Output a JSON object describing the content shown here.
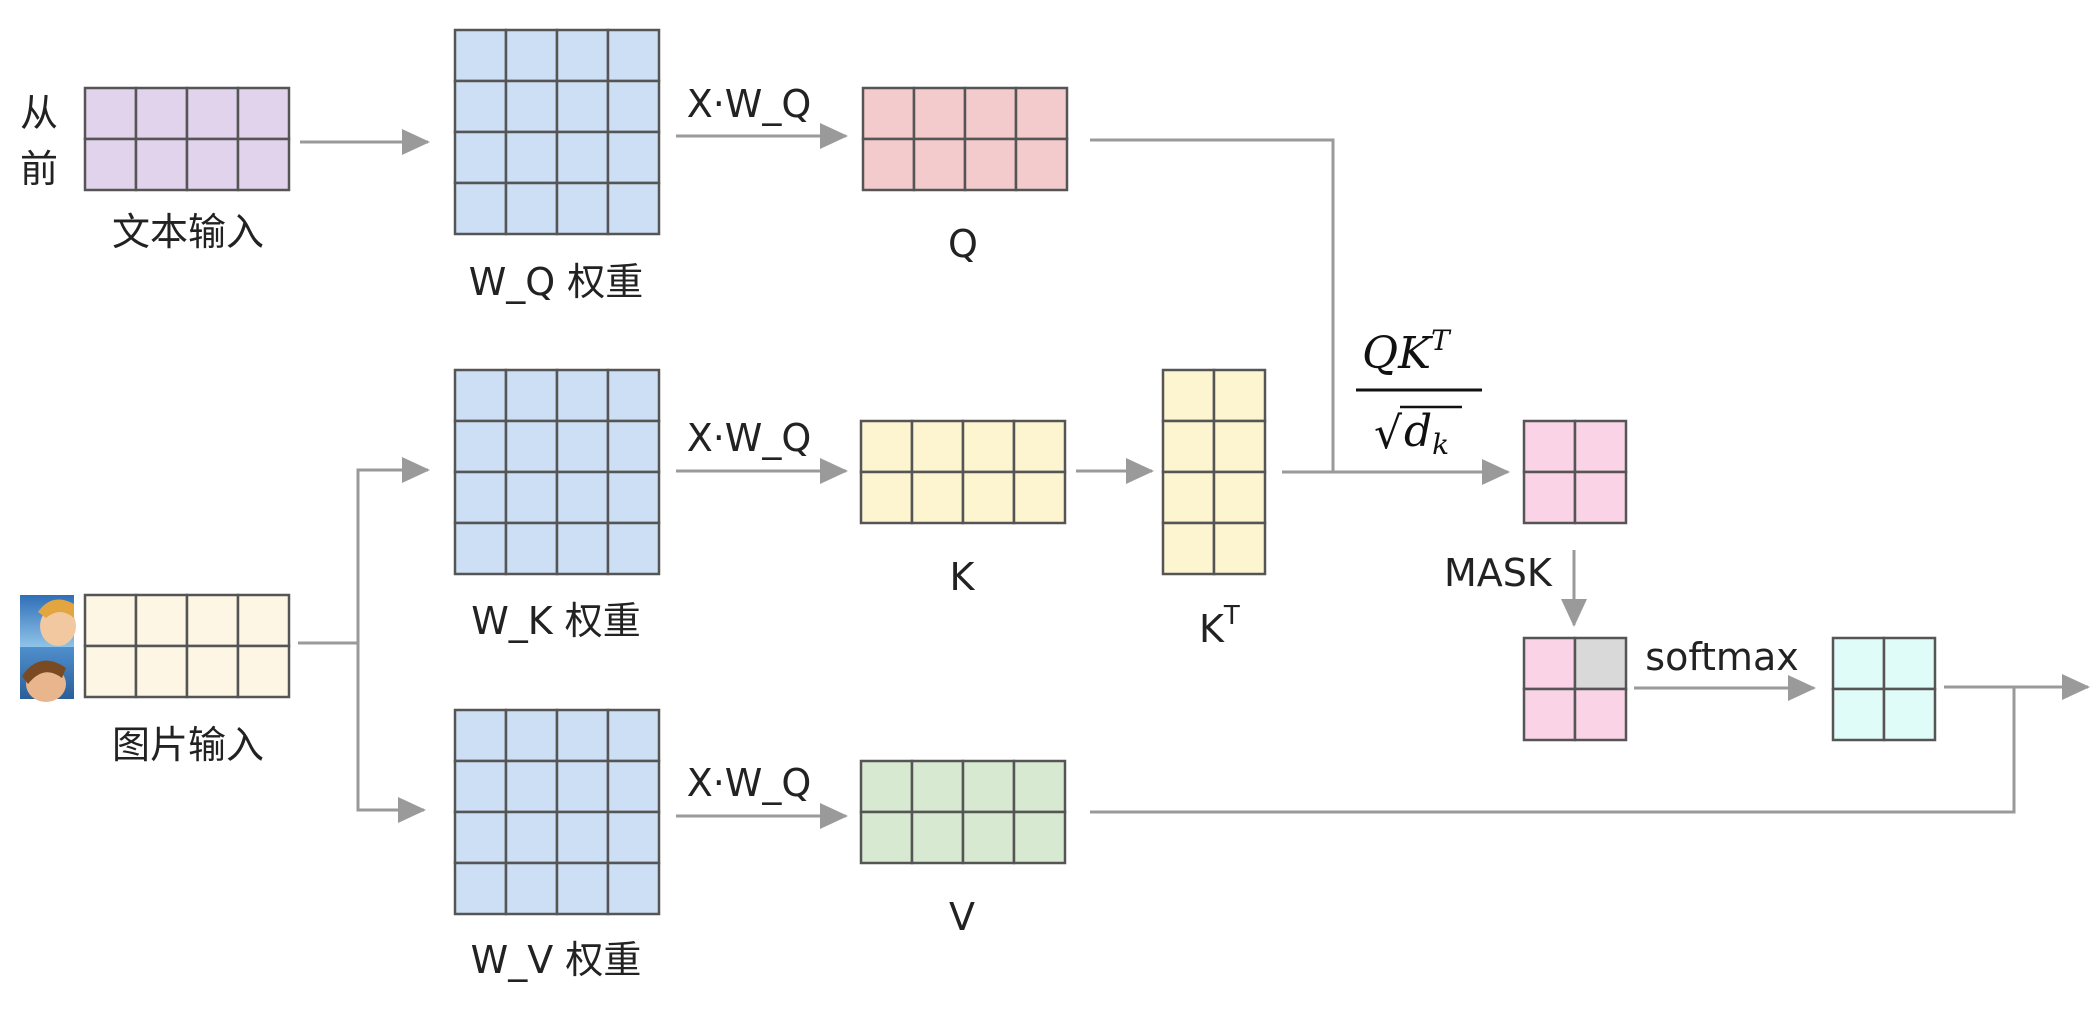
{
  "colors": {
    "text_input": "#e2d3ec",
    "image_input": "#fdf6e4",
    "weights": "#ccdff4",
    "q": "#f3cbcc",
    "k": "#fcf5d0",
    "v": "#d8e9d1",
    "scores": "#fad3e7",
    "masked": "#d9d9d9",
    "softmax_out": "#e0fcf8",
    "grid_line": "#555555",
    "arrow": "#9a9a9a"
  },
  "inputs": {
    "text_tokens": [
      "从",
      "前"
    ],
    "text_label": "文本输入",
    "image_label": "图片输入"
  },
  "weights": {
    "wq_label": "W_Q 权重",
    "wk_label": "W_K 权重",
    "wv_label": "W_V 权重"
  },
  "ops": {
    "proj_q": "X·W_Q",
    "proj_k": "X·W_Q",
    "proj_v": "X·W_Q",
    "mask": "MASK",
    "softmax": "softmax"
  },
  "outputs": {
    "q_label": "Q",
    "k_label": "K",
    "kt_label": "K",
    "kt_sup": "T",
    "v_label": "V"
  },
  "formula": {
    "numerator": "QK",
    "numerator_sup": "T",
    "sqrt": "√",
    "denominator": "d",
    "denominator_sub": "k"
  }
}
